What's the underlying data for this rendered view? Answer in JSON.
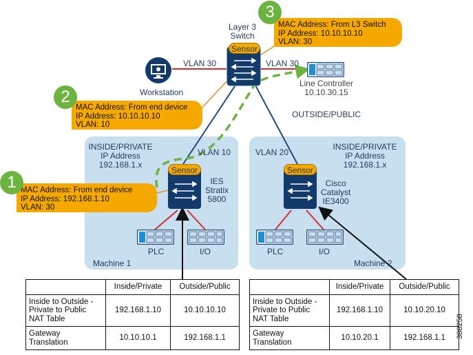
{
  "layer3": {
    "label_line1": "Layer 3",
    "label_line2": "Switch",
    "sensor": "Sensor"
  },
  "workstation": {
    "label": "Workstation"
  },
  "links": {
    "vlan30_left": "VLAN 30",
    "vlan30_right": "VLAN 30",
    "vlan10": "VLAN 10",
    "vlan20": "VLAN 20"
  },
  "line_controller": {
    "label": "Line Controller",
    "ip": "10.10.30.15"
  },
  "outside_public": "OUTSIDE/PUBLIC",
  "callouts": [
    {
      "number": "1",
      "mac": "MAC Address: From end device",
      "ip": "IP Address: 192.168.1.10",
      "vlan": "VLAN: 30"
    },
    {
      "number": "2",
      "mac": "MAC Address: From end device",
      "ip": "IP Address: 10.10.10.10",
      "vlan": "VLAN: 10"
    },
    {
      "number": "3",
      "mac": "MAC Address: From L3 Switch",
      "ip": "IP Address: 10.10.10.10",
      "vlan": "VLAN: 30"
    }
  ],
  "machine1": {
    "zone_line1": "INSIDE/PRIVATE",
    "zone_line2": "IP Address",
    "zone_line3": "192.168.1.x",
    "sensor": "Sensor",
    "switch_line1": "IES",
    "switch_line2": "Stratix",
    "switch_line3": "5800",
    "plc": "PLC",
    "io": "I/O",
    "name": "Machine 1"
  },
  "machine2": {
    "zone_line1": "INSIDE/PRIVATE",
    "zone_line2": "IP Address",
    "zone_line3": "192.168.1.x",
    "sensor": "Sensor",
    "switch_line1": "Cisco",
    "switch_line2": "Catalyst",
    "switch_line3": "IE3400",
    "plc": "PLC",
    "io": "I/O",
    "name": "Machine 2"
  },
  "table1": {
    "headers": [
      "",
      "Inside/Private",
      "Outside/Public"
    ],
    "rows": [
      {
        "label_line1": "Inside to Outside -",
        "label_line2": "Private to Public",
        "label_line3": "NAT Table",
        "inside": "192.168.1.10",
        "outside": "10.10.10.10"
      },
      {
        "label_line1": "Gateway",
        "label_line2": "Translation",
        "inside": "10.10.10.1",
        "outside": "192.168.1.1"
      }
    ]
  },
  "table2": {
    "headers": [
      "",
      "Inside/Private",
      "Outside/Public"
    ],
    "rows": [
      {
        "label_line1": "Inside to Outside -",
        "label_line2": "Private to Public",
        "label_line3": "NAT Table",
        "inside": "192.168.1.10",
        "outside": "10.10.20.10"
      },
      {
        "label_line1": "Gateway",
        "label_line2": "Translation",
        "inside": "10.10.20.1",
        "outside": "192.168.1.1"
      }
    ]
  },
  "figure_number": "388258",
  "colors": {
    "panel": "#c8dff0",
    "callout": "#f5a800",
    "badge": "#6cb33f",
    "switch": "#123a6b",
    "path_arrow": "#6cb33f",
    "red_link": "#d62b2b",
    "blue_link": "#1f4a7d",
    "orange_link": "#e58e2e"
  }
}
